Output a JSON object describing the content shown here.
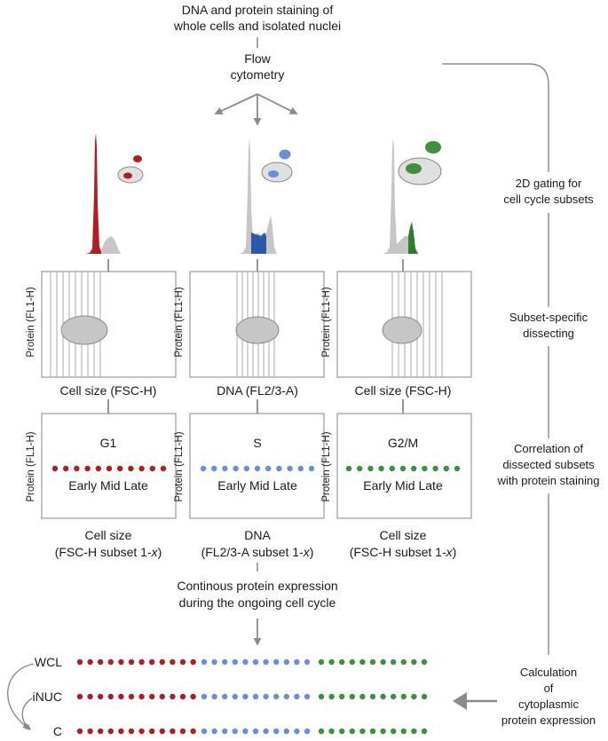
{
  "header": {
    "line1": "DNA and protein staining of",
    "line2": "whole cells and isolated nuclei",
    "flow1": "Flow",
    "flow2": "cytometry"
  },
  "colors": {
    "g1": "#b01e23",
    "s": "#2d5aa8",
    "g2m": "#2e7d32",
    "dot_s": "#6b8fd6",
    "dot_g2m": "#3f8f3f",
    "gray": "#bdbdbd",
    "line": "#8a8a8a"
  },
  "panels": [
    {
      "phase": "G1",
      "scatter_xlabel": "Cell size (FSC-H)",
      "ylabel": "Protein (FL1-H)",
      "dots_label": "Early Mid Late",
      "bottom1": "Cell size",
      "bottom2_prefix": "(FSC-H subset 1-",
      "bottom2_var": "x",
      "bottom2_suffix": ")"
    },
    {
      "phase": "S",
      "scatter_xlabel": "DNA (FL2/3-A)",
      "ylabel": "Protein (FL1-H)",
      "dots_label": "Early Mid Late",
      "bottom1": "DNA",
      "bottom2_prefix": "(FL2/3-A subset 1-",
      "bottom2_var": "x",
      "bottom2_suffix": ")"
    },
    {
      "phase": "G2/M",
      "scatter_xlabel": "Cell size (FSC-H)",
      "ylabel": "Protein (FL1-H)",
      "dots_label": "Early Mid Late",
      "bottom1": "Cell size",
      "bottom2_prefix": "(FSC-H subset 1-",
      "bottom2_var": "x",
      "bottom2_suffix": ")"
    }
  ],
  "continuous": {
    "line1": "Continous protein expression",
    "line2": "during the ongoing cell cycle"
  },
  "rows": [
    {
      "label": "WCL"
    },
    {
      "label": "iNUC"
    },
    {
      "label": "C"
    }
  ],
  "side": {
    "step1": [
      "2D gating for",
      "cell cycle subsets"
    ],
    "step2": [
      "Subset-specific",
      "dissecting"
    ],
    "step3": [
      "Correlation of",
      "dissected subsets",
      "with protein staining"
    ],
    "step4": [
      "Calculation",
      "of",
      "cytoplasmic",
      "protein expression"
    ]
  }
}
